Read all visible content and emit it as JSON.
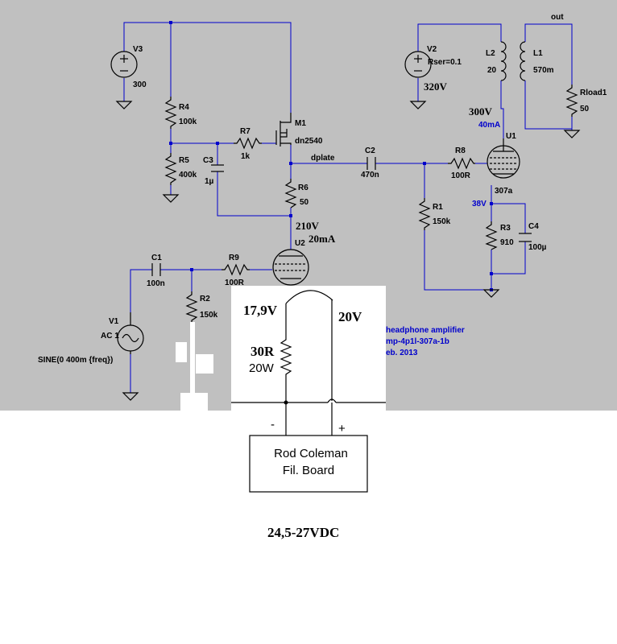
{
  "colors": {
    "schematic_bg": "#c0c0c0",
    "wire": "#0000cc",
    "component": "#000000",
    "paper": "#ffffff"
  },
  "components": {
    "V3": {
      "ref": "V3",
      "value": "300"
    },
    "V2": {
      "ref": "V2",
      "value": "Rser=0.1"
    },
    "V1": {
      "ref": "V1",
      "value": "AC 1",
      "func": "SINE(0 400m {freq})"
    },
    "R4": {
      "ref": "R4",
      "value": "100k"
    },
    "R5": {
      "ref": "R5",
      "value": "400k"
    },
    "R7": {
      "ref": "R7",
      "value": "1k"
    },
    "C3": {
      "ref": "C3",
      "value": "1µ"
    },
    "M1": {
      "ref": "M1",
      "value": "dn2540"
    },
    "R6": {
      "ref": "R6",
      "value": "50"
    },
    "C2": {
      "ref": "C2",
      "value": "470n"
    },
    "R8": {
      "ref": "R8",
      "value": "100R"
    },
    "R1": {
      "ref": "R1",
      "value": "150k"
    },
    "U1": {
      "ref": "U1",
      "value": "307a"
    },
    "R3": {
      "ref": "R3",
      "value": "910"
    },
    "C4": {
      "ref": "C4",
      "value": "100µ"
    },
    "L2": {
      "ref": "L2",
      "value": "20"
    },
    "L1": {
      "ref": "L1",
      "value": "570m"
    },
    "Rload1": {
      "ref": "Rload1",
      "value": "50"
    },
    "U2": {
      "ref": "U2"
    },
    "C1": {
      "ref": "C1",
      "value": "100n"
    },
    "R9": {
      "ref": "R9",
      "value": "100R"
    },
    "R2": {
      "ref": "R2",
      "value": "150k"
    }
  },
  "nets": {
    "dplate": "dplate",
    "out": "out"
  },
  "annotations": {
    "v320": "320V",
    "v300": "300V",
    "ma40": "40mA",
    "v38": "38V",
    "v210": "210V",
    "ma20": "20mA",
    "v179": "17,9V",
    "v20": "20V",
    "r30": "30R",
    "w20": "20W",
    "minus": "-",
    "plus": "+",
    "supply": "24,5-27VDC"
  },
  "title_block": {
    "line1": "headphone amplifier",
    "line2": "mp-4p1l-307a-1b",
    "line3": "eb. 2013"
  },
  "board": {
    "line1": "Rod Coleman",
    "line2": "Fil. Board"
  }
}
